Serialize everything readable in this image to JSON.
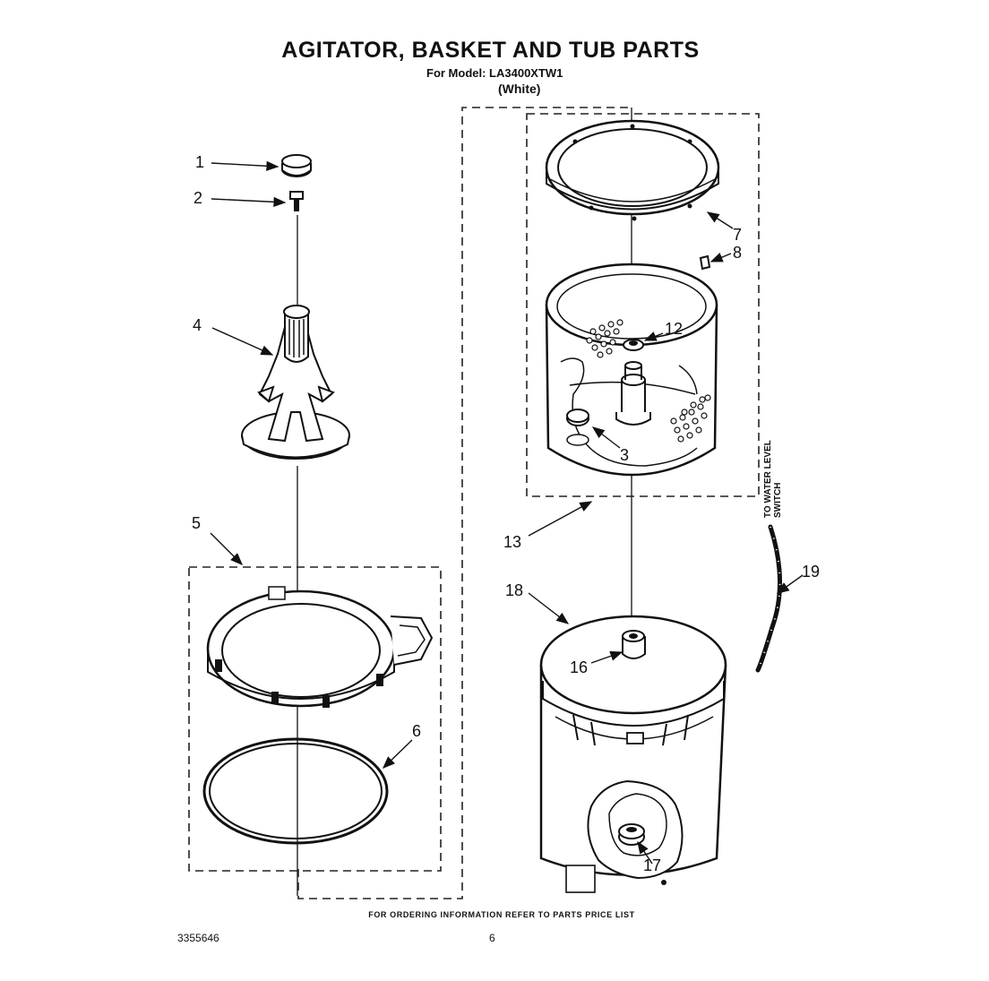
{
  "header": {
    "title": "AGITATOR, BASKET AND TUB PARTS",
    "model": "For Model: LA3400XTW1",
    "variant": "(White)"
  },
  "callouts": [
    "1",
    "2",
    "3",
    "4",
    "5",
    "6",
    "7",
    "8",
    "12",
    "13",
    "16",
    "17",
    "18",
    "19"
  ],
  "annotations": {
    "water_level_line1": "TO WATER LEVEL",
    "water_level_line2": "SWITCH"
  },
  "footer": {
    "ordering_note": "FOR ORDERING INFORMATION REFER TO PARTS PRICE LIST",
    "document_number": "3355646",
    "page_number": "6"
  }
}
